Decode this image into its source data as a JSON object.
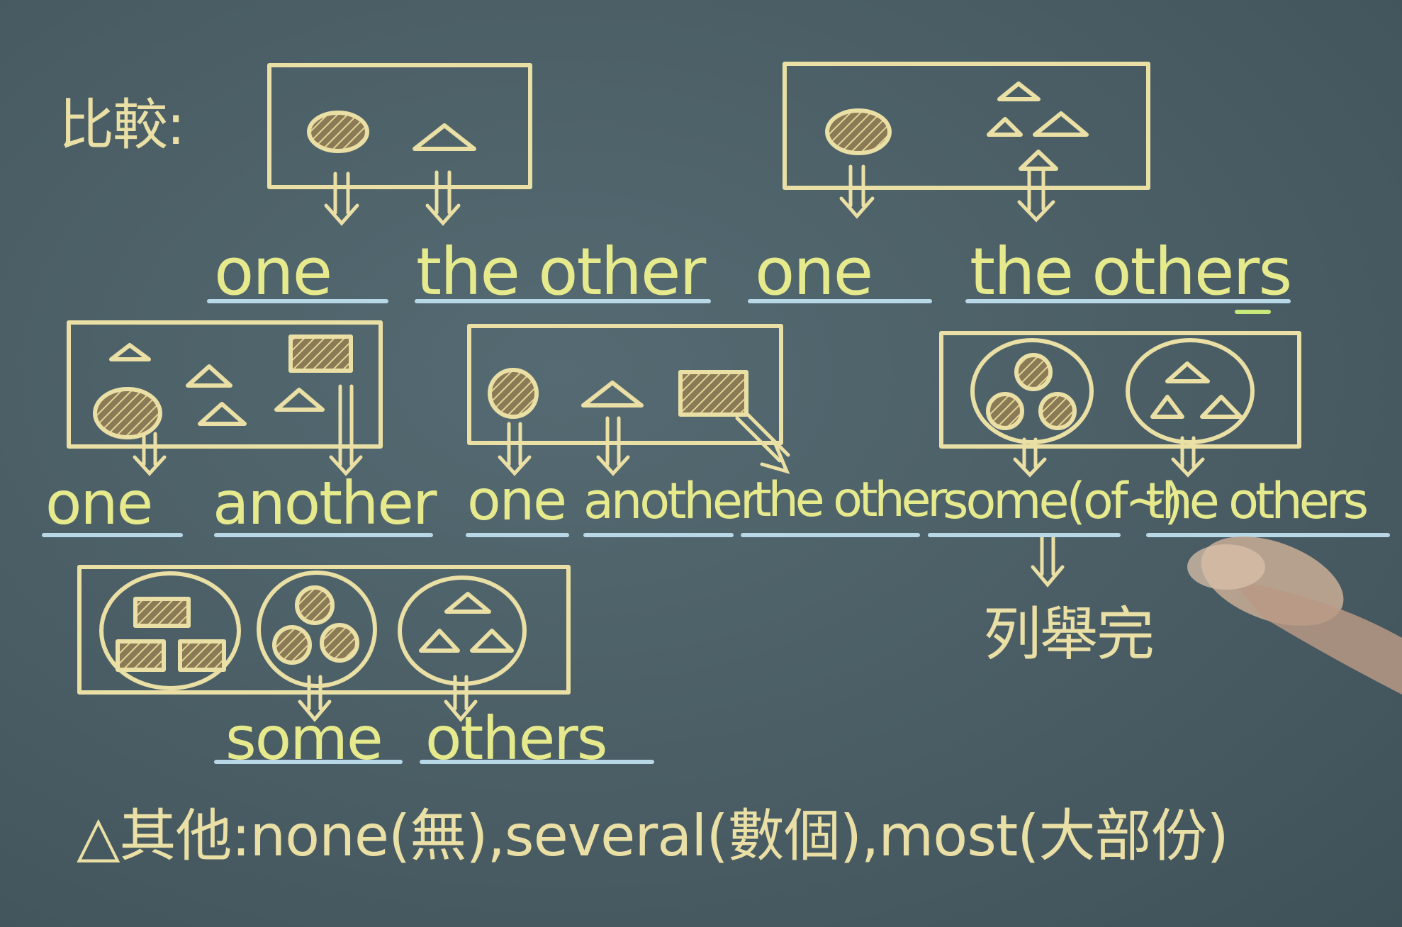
{
  "board": {
    "title": "比較:",
    "row1": {
      "words": [
        "one",
        "the other",
        "one",
        "the others"
      ]
    },
    "row2": {
      "words": [
        "one",
        "another",
        "one",
        "another",
        "the other",
        "some(of~)",
        "the others"
      ]
    },
    "row3": {
      "words": [
        "some",
        "others"
      ]
    },
    "side_note": "列舉完",
    "footnote": "△其他:none(無),several(數個),most(大部份)"
  },
  "colors": {
    "chalkboard": "#4b5f66",
    "chalk_white": "#eadfa4",
    "chalk_yellow": "#e6ea8c",
    "underline_blue": "#b8d8e8",
    "underline_green": "#c8e87a"
  }
}
